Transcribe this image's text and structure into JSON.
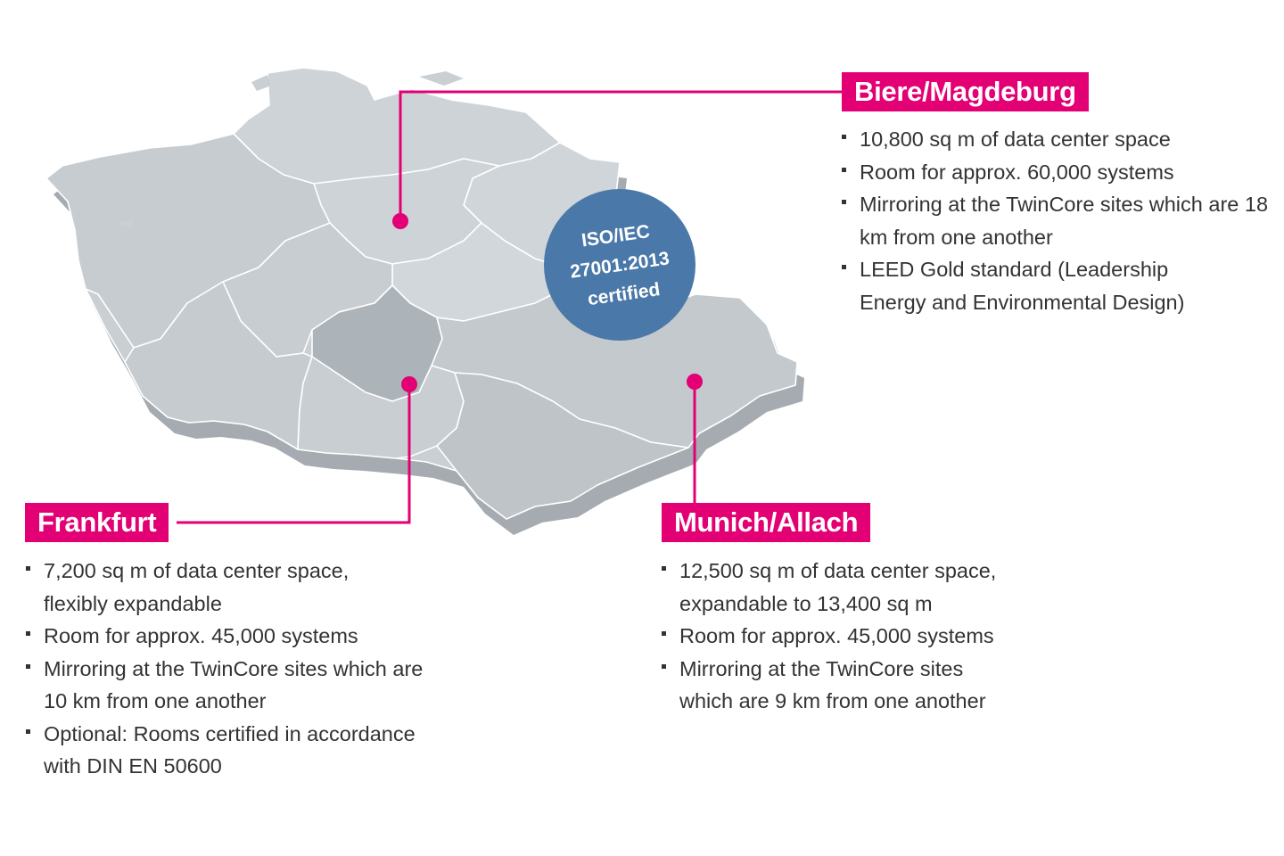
{
  "certification": {
    "lines": [
      "ISO/IEC",
      "27001:2013",
      "certified"
    ]
  },
  "sites": {
    "biere": {
      "title": "Biere/Magdeburg",
      "facts": [
        "10,800 sq m of data center space",
        "Room for approx. 60,000 systems",
        "Mirroring at the TwinCore sites which are 18 km from one another",
        "LEED Gold standard (Leadership Energy and Environmental Design)"
      ]
    },
    "frankfurt": {
      "title": "Frankfurt",
      "facts": [
        "7,200 sq m of data center space, flexibly expandable",
        "Room for approx. 45,000 systems",
        "Mirroring at the TwinCore sites which are 10 km from one another",
        "Optional: Rooms certified in accordance with DIN EN 50600"
      ]
    },
    "munich": {
      "title": "Munich/Allach",
      "facts": [
        "12,500 sq m of data center space, expandable to 13,400 sq m",
        "Room for approx. 45,000 systems",
        "Mirroring at the TwinCore sites which are 9 km from one another"
      ]
    }
  },
  "colors": {
    "accent": "#e20074",
    "map_fill": "#c9cfd3",
    "map_highlight": "#acb3b9",
    "map_shadow": "#a4aaaf",
    "badge": "#4a78a8"
  }
}
